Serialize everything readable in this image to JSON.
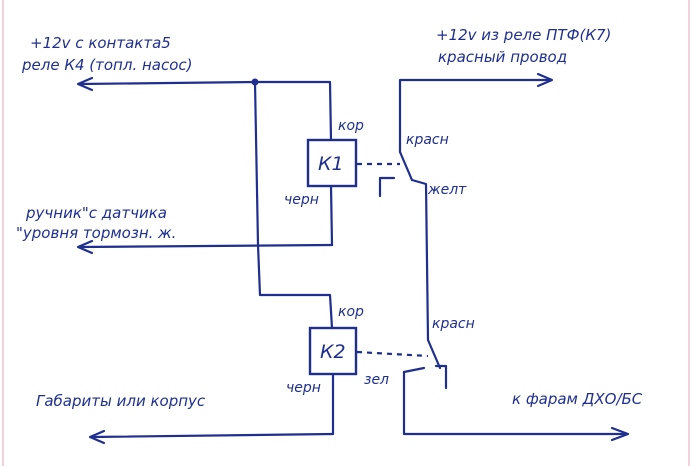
{
  "labels": {
    "top_left_line1": "+12v с контакта5",
    "top_left_line2": "реле К4 (топл. насос)",
    "top_right_line1": "+12v из реле ПТФ(К7)",
    "top_right_line2": "красный провод",
    "mid_left_line1": "ручник\"с датчика",
    "mid_left_line2": "\"уровня тормозн. ж.",
    "bottom_left": "Габариты или корпус",
    "bottom_right": "к фарам ДХО/БС"
  },
  "relay1": {
    "name": "К1",
    "coil_top": "кор",
    "coil_bottom": "черн",
    "contact_top": "красн",
    "contact_out": "желт"
  },
  "relay2": {
    "name": "К2",
    "coil_top": "кор",
    "coil_bottom": "черн",
    "contact_top": "красн",
    "contact_out": "зел"
  },
  "colors": {
    "ink": "#1f2f8f",
    "margin": "#e6a4b4"
  }
}
